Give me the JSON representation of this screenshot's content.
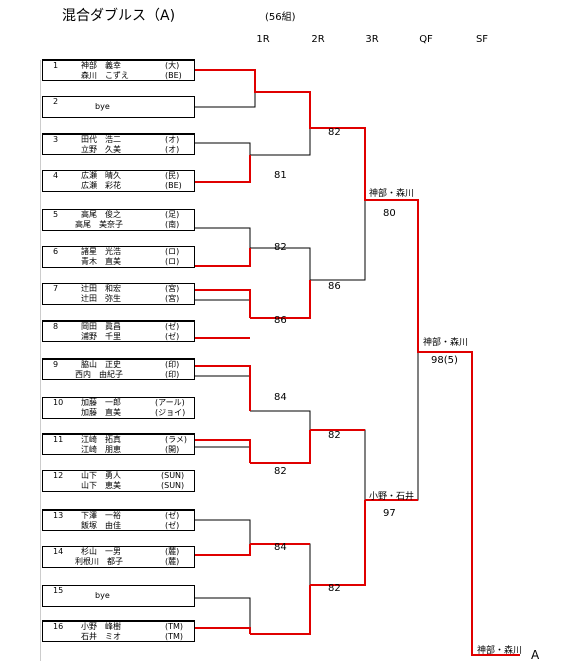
{
  "title": "混合ダブルス（A)",
  "groups": "(56組)",
  "rounds": [
    "1R",
    "2R",
    "3R",
    "QF",
    "SF"
  ],
  "entries": [
    {
      "num": "1",
      "p1": "神部　義幸",
      "c1": "(大)",
      "p2": "森川　こずえ",
      "c2": "(BE)"
    },
    {
      "num": "2",
      "bye": "bye"
    },
    {
      "num": "3",
      "p1": "田代　浩二",
      "c1": "(オ)",
      "p2": "立野　久美",
      "c2": "(オ)"
    },
    {
      "num": "4",
      "p1": "広瀬　晴久",
      "c1": "(民)",
      "p2": "広瀬　彩花",
      "c2": "(BE)"
    },
    {
      "num": "5",
      "p1": "高尾　俊之",
      "c1": "(足)",
      "p2": "高尾　美奈子",
      "c2": "(南)"
    },
    {
      "num": "6",
      "p1": "諸星　光浩",
      "c1": "(ロ)",
      "p2": "青木　直美",
      "c2": "(ロ)"
    },
    {
      "num": "7",
      "p1": "辻田　和宏",
      "c1": "(宮)",
      "p2": "辻田　弥生",
      "c2": "(宮)"
    },
    {
      "num": "8",
      "p1": "岡田　眞昌",
      "c1": "(ゼ)",
      "p2": "浦野　千里",
      "c2": "(ゼ)"
    },
    {
      "num": "9",
      "p1": "脇山　正史",
      "c1": "(印)",
      "p2": "西内　由紀子",
      "c2": "(印)"
    },
    {
      "num": "10",
      "p1": "加藤　一郎",
      "c1": "(アール)",
      "p2": "加藤　直美",
      "c2": "(ジョイ)"
    },
    {
      "num": "11",
      "p1": "江崎　拓真",
      "c1": "(ラメ)",
      "p2": "江崎　朋恵",
      "c2": "(開)"
    },
    {
      "num": "12",
      "p1": "山下　勇人",
      "c1": "(SUN)",
      "p2": "山下　恵美",
      "c2": "(SUN)"
    },
    {
      "num": "13",
      "p1": "下澤　一裕",
      "c1": "(ゼ)",
      "p2": "飯塚　由佳",
      "c2": "(ゼ)"
    },
    {
      "num": "14",
      "p1": "杉山　一男",
      "c1": "(麓)",
      "p2": "利根川　都子",
      "c2": "(麓)"
    },
    {
      "num": "15",
      "bye": "bye"
    },
    {
      "num": "16",
      "p1": "小野　峰樹",
      "c1": "(TM)",
      "p2": "石井　ミオ",
      "c2": "(TM)"
    }
  ],
  "scores": {
    "r1": [
      "81",
      "82",
      "86",
      "84",
      "82",
      "84"
    ],
    "r2": [
      "82",
      "86",
      "82",
      "82"
    ],
    "r3": [
      "80",
      "97"
    ],
    "qf": "98(5)"
  },
  "winners": {
    "r3_top": "神部・森川",
    "r3_bottom": "小野・石井",
    "qf": "神部・森川",
    "sf": "神部・森川"
  },
  "corner_letter": "A",
  "colors": {
    "win_line": "#e00000",
    "line": "#000000"
  }
}
